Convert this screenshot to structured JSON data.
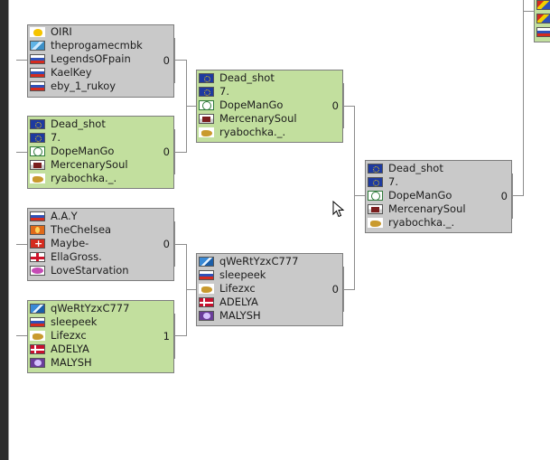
{
  "bracket": {
    "round1": [
      {
        "score": "0",
        "players": [
          {
            "name": "OIRI",
            "flag": "duck-icon"
          },
          {
            "name": "theprogamecmbk",
            "flag": "swirl-flag-icon"
          },
          {
            "name": "LegendsOFpain",
            "flag": "russia-flag-icon"
          },
          {
            "name": "KaelKey",
            "flag": "russia-flag-icon"
          },
          {
            "name": "eby_1_rukoy",
            "flag": "russia-flag-icon"
          }
        ]
      },
      {
        "score": "0",
        "players": [
          {
            "name": "Dead_shot",
            "flag": "eu-flag-icon"
          },
          {
            "name": "7.",
            "flag": "eu-flag-icon"
          },
          {
            "name": "DopeManGo",
            "flag": "green-emblem-icon"
          },
          {
            "name": "MercenarySoul",
            "flag": "bank-flag-icon"
          },
          {
            "name": "ryabochka._.",
            "flag": "hand-flag-icon"
          }
        ]
      },
      {
        "score": "0",
        "players": [
          {
            "name": "A.A.Y",
            "flag": "russia-flag-icon"
          },
          {
            "name": "TheChelsea",
            "flag": "orange-flag-icon"
          },
          {
            "name": "Maybe-",
            "flag": "swiss-flag-icon"
          },
          {
            "name": "EllaGross.",
            "flag": "england-flag-icon"
          },
          {
            "name": "LoveStarvation",
            "flag": "heart-flag-icon"
          }
        ]
      },
      {
        "score": "1",
        "players": [
          {
            "name": "qWeRtYzxC777",
            "flag": "swirl-flag-icon"
          },
          {
            "name": "sleepeek",
            "flag": "russia-flag-icon"
          },
          {
            "name": "Lifezxc",
            "flag": "hand-flag-icon"
          },
          {
            "name": "ADELYA",
            "flag": "denmark-flag-icon"
          },
          {
            "name": "MALYSH",
            "flag": "purple-flag-icon"
          }
        ]
      }
    ],
    "round2": [
      {
        "score": "0",
        "players": [
          {
            "name": "Dead_shot",
            "flag": "eu-flag-icon"
          },
          {
            "name": "7.",
            "flag": "eu-flag-icon"
          },
          {
            "name": "DopeManGo",
            "flag": "green-emblem-icon"
          },
          {
            "name": "MercenarySoul",
            "flag": "bank-flag-icon"
          },
          {
            "name": "ryabochka._.",
            "flag": "hand-flag-icon"
          }
        ]
      },
      {
        "score": "0",
        "players": [
          {
            "name": "qWeRtYzxC777",
            "flag": "swirl-flag-icon"
          },
          {
            "name": "sleepeek",
            "flag": "russia-flag-icon"
          },
          {
            "name": "Lifezxc",
            "flag": "hand-flag-icon"
          },
          {
            "name": "ADELYA",
            "flag": "denmark-flag-icon"
          },
          {
            "name": "MALYSH",
            "flag": "purple-flag-icon"
          }
        ]
      }
    ],
    "round3": [
      {
        "score": "0",
        "players": [
          {
            "name": "Dead_shot",
            "flag": "eu-flag-icon"
          },
          {
            "name": "7.",
            "flag": "eu-flag-icon"
          },
          {
            "name": "DopeManGo",
            "flag": "green-emblem-icon"
          },
          {
            "name": "MercenarySoul",
            "flag": "bank-flag-icon"
          },
          {
            "name": "ryabochka._.",
            "flag": "hand-flag-icon"
          }
        ]
      }
    ]
  },
  "colors": {
    "winner_bg": "#c2df9e",
    "loser_bg": "#c9c9c9",
    "connector": "#8c8c8c",
    "left_strip": "#2c2c2c"
  }
}
